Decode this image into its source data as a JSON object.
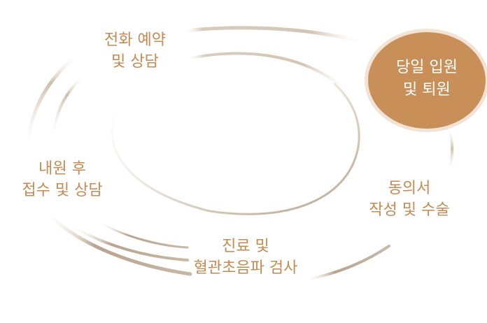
{
  "diagram": {
    "steps": [
      {
        "line1": "전화 예약",
        "line2": "및 상담"
      },
      {
        "line1": "내원 후",
        "line2": "접수 및 상담"
      },
      {
        "line1": "진료 및",
        "line2": "혈관초음파 검사"
      },
      {
        "line1": "동의서",
        "line2": "작성 및 수술"
      }
    ],
    "highlight": {
      "line1": "당일 입원",
      "line2": "및 퇴원"
    },
    "colors": {
      "text": "#c48a52",
      "highlight_fill": "#c98f59",
      "highlight_ring": "#f1e3d5",
      "arc_dark": "#b7a48e",
      "arc_light": "#ffffff"
    }
  }
}
